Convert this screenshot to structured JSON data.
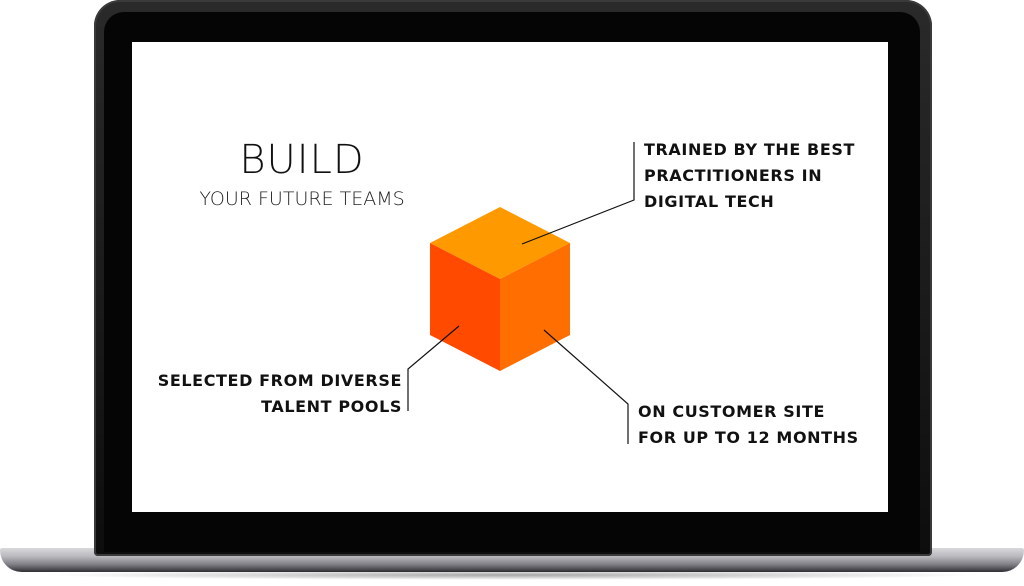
{
  "headline": {
    "title": "BUILD",
    "subtitle": "YOUR FUTURE TEAMS"
  },
  "callouts": {
    "top": [
      "TRAINED BY THE BEST",
      "PRACTITIONERS IN",
      "DIGITAL TECH"
    ],
    "left": [
      "SELECTED FROM DIVERSE",
      "TALENT POOLS"
    ],
    "bottom": [
      "ON CUSTOMER SITE",
      "FOR UP TO 12 MONTHS"
    ]
  },
  "colors": {
    "cube_top": "#FF9900",
    "cube_left": "#FF4A00",
    "cube_right": "#FF6E00",
    "text": "#111111"
  },
  "icons": [
    "laptop-frame",
    "isometric-cube"
  ]
}
